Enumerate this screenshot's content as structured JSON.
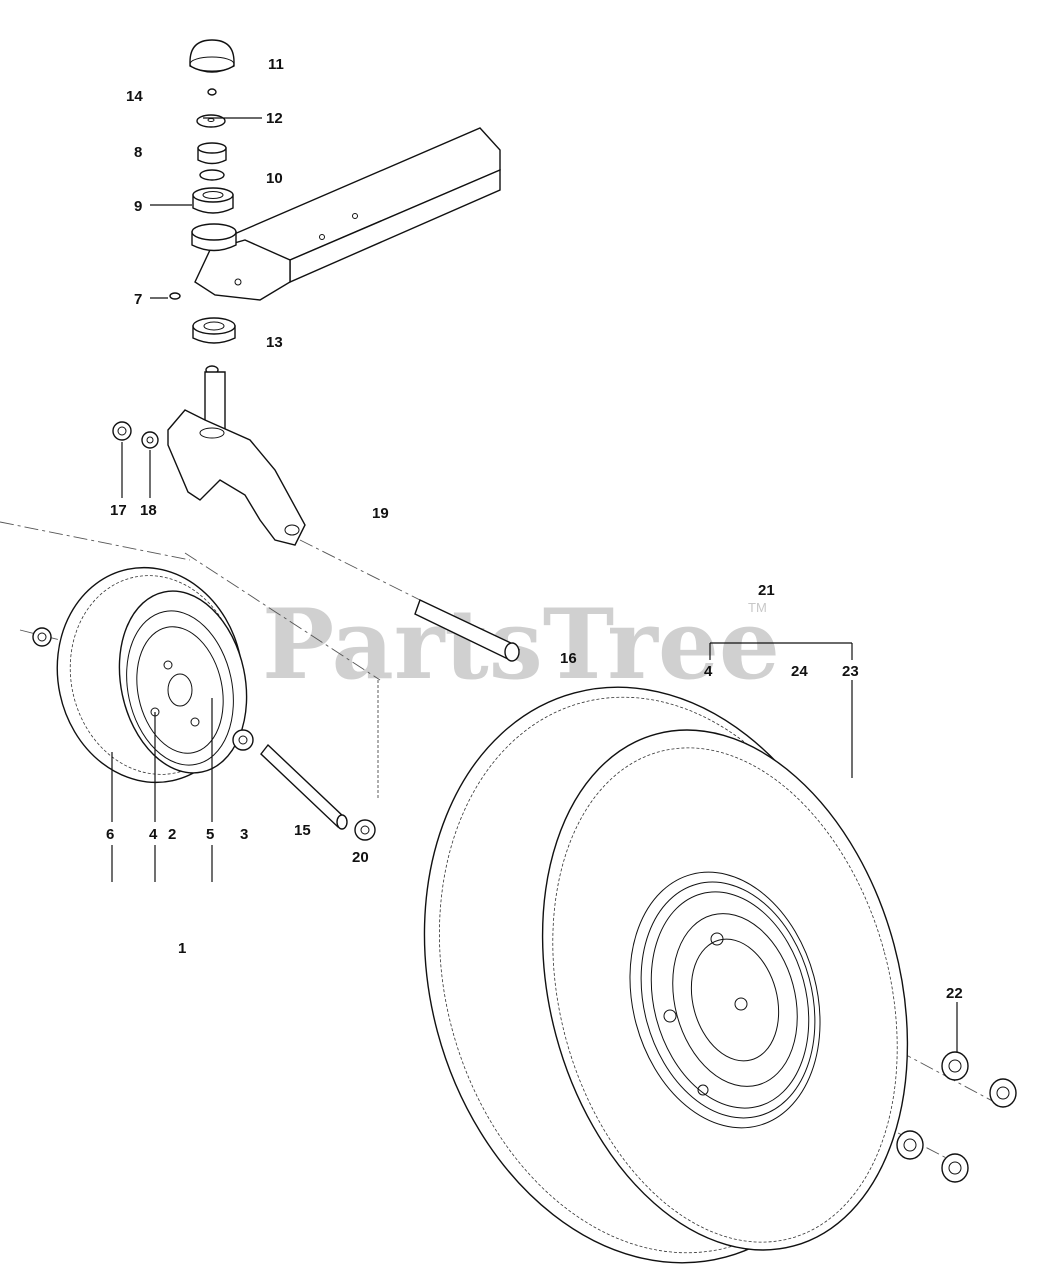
{
  "watermark": {
    "text": "PartsTree",
    "trademark": "TM"
  },
  "labels": [
    {
      "id": "11",
      "text": "11"
    },
    {
      "id": "14",
      "text": "14"
    },
    {
      "id": "12",
      "text": "12"
    },
    {
      "id": "8",
      "text": "8"
    },
    {
      "id": "10",
      "text": "10"
    },
    {
      "id": "9",
      "text": "9"
    },
    {
      "id": "7",
      "text": "7"
    },
    {
      "id": "13",
      "text": "13"
    },
    {
      "id": "17",
      "text": "17"
    },
    {
      "id": "18",
      "text": "18"
    },
    {
      "id": "19",
      "text": "19"
    },
    {
      "id": "21",
      "text": "21"
    },
    {
      "id": "16",
      "text": "16"
    },
    {
      "id": "4b",
      "text": "4"
    },
    {
      "id": "24",
      "text": "24"
    },
    {
      "id": "23",
      "text": "23"
    },
    {
      "id": "6",
      "text": "6"
    },
    {
      "id": "4a",
      "text": "4"
    },
    {
      "id": "2",
      "text": "2"
    },
    {
      "id": "5",
      "text": "5"
    },
    {
      "id": "3",
      "text": "3"
    },
    {
      "id": "15",
      "text": "15"
    },
    {
      "id": "20",
      "text": "20"
    },
    {
      "id": "1",
      "text": "1"
    },
    {
      "id": "22",
      "text": "22"
    }
  ]
}
